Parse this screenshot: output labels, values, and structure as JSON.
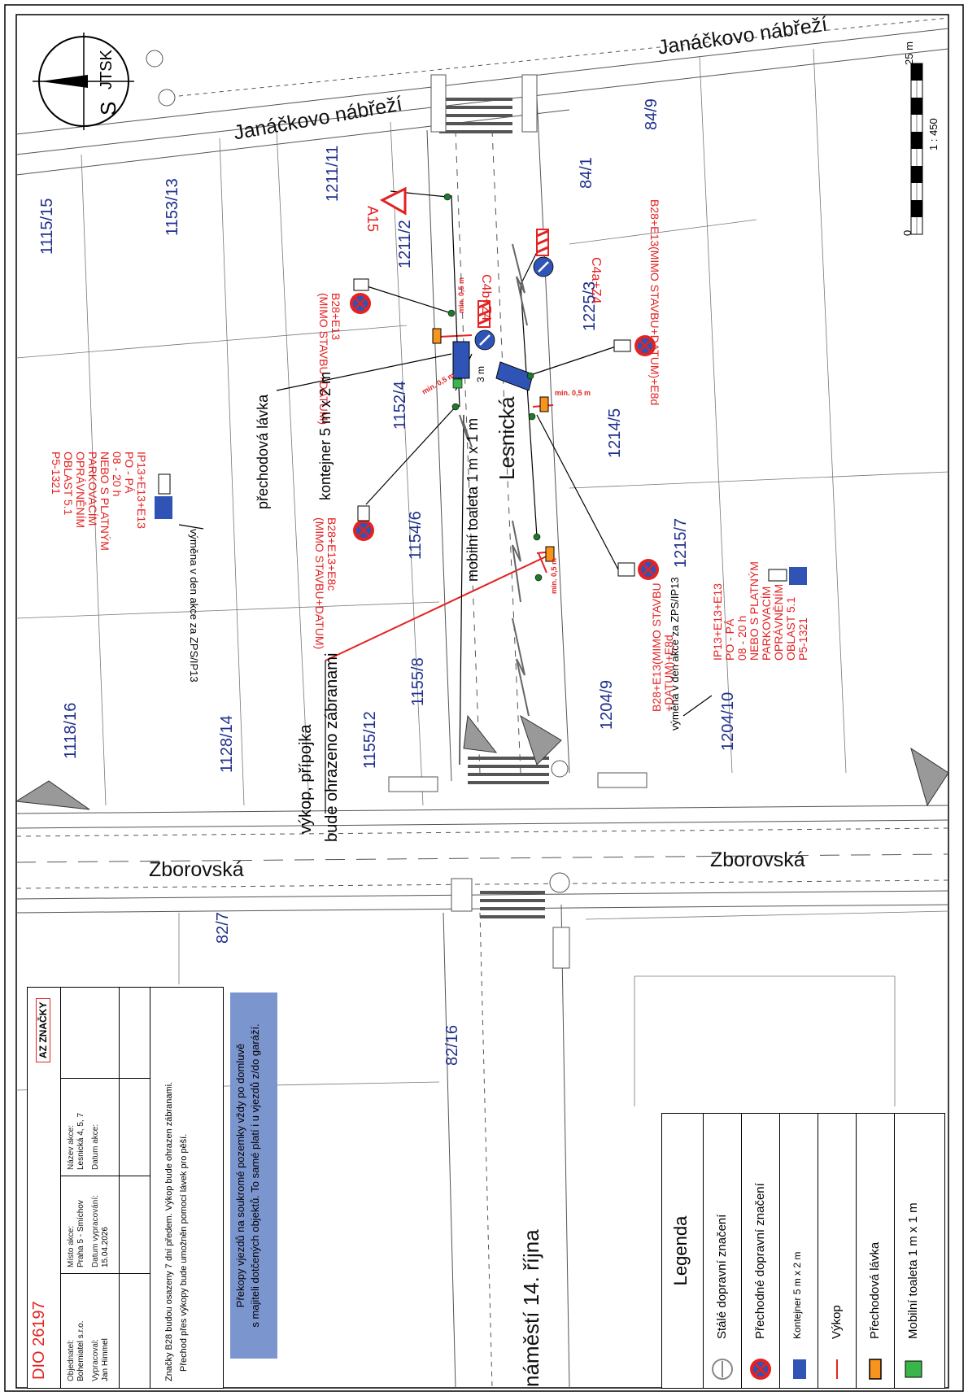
{
  "plan": {
    "dio_title": "DIO 26197",
    "compass_letter": "S",
    "compass_system": "JTSK",
    "scale_top": "25 m",
    "scale_bottom": "0",
    "scale_ratio": "1 : 450"
  },
  "streets": {
    "janackovo_1": "Janáčkovo nábřeží",
    "janackovo_2": "Janáčkovo nábřeží",
    "lesnicka": "Lesnická",
    "zborovska_1": "Zborovská",
    "zborovska_2": "Zborovská",
    "namesti": "náměstí 14. října"
  },
  "parcels": [
    "1115/15",
    "1153/13",
    "1211/11",
    "1211/2",
    "84/9",
    "84/1",
    "1225/3",
    "1152/4",
    "1214/5",
    "1154/6",
    "1215/7",
    "1155/8",
    "1204/9",
    "1118/16",
    "1128/14",
    "1155/12",
    "1204/10",
    "82/7",
    "82/16"
  ],
  "labels": {
    "a15": "A15",
    "c4b_z4": "C4b+Z4",
    "c4a_z4": "C4a+Z4",
    "b28_e13_top": "B28+E13(MIMO STAVBU+DATUM)+E8d",
    "b28_e13_mid": "B28+E13\n(MIMO STAVBU+DATUM)",
    "b28_e13_e8c": "B28+E13+E8c\n(MIMO STAVBU+DATUM)",
    "b28_e13_bottom": "B28+E13(MIMO STAVBU\n+DATUM)+E8d",
    "ip13_left": "IP13+E13+E13\nPO - PÁ\n08 - 20 h\nNEBO S PLATNÝM\nPARKOVACÍM\nOPRÁVNĚNÍM\nOBLAST 5.1\nP5-1321",
    "ip13_right": "IP13+E13+E13\nPO - PÁ\n08 - 20 h\nNEBO S PLATNÝM\nPARKOVACÍM\nOPRÁVNĚNÍM\nOBLAST 5.1\nP5-1321",
    "vymena_left": "výměna v den akce za ZPS/IP13",
    "vymena_right": "výměna v den akce za ZPS/IP13",
    "prechodova_lavka": "přechodová lávka",
    "kontejner": "kontejner 5 m x 2 m",
    "mobilni_toaleta": "mobilní toaleta 1 m x 1 m",
    "vykop_1": "výkop, přípojka",
    "vykop_2": "bude ohrazeno zábranami",
    "min1": "min. 0,5 m",
    "min2": "min. 0,5 m",
    "min3": "min. 0,5 m",
    "min4": "min. 0,5 m",
    "three_m": "3 m"
  },
  "titleblock": {
    "objednatel_h": "Objednatel:",
    "objednatel": "Bohemiatel s.r.o.",
    "misto_h": "Místo akce:",
    "misto": "Praha 5 - Smíchov",
    "nazev_h": "Název akce:",
    "nazev": "Lesnická 4, 5, 7",
    "vypracoval_h": "Vypracoval:",
    "vypracoval": "Jan Himmel",
    "datum_vyp_h": "Datum vypracování:",
    "datum_vyp": "15.04.2026",
    "datum_akce_h": "Datum akce:",
    "logo": "AZ ZNAČKY",
    "note1": "Značky B28 budou osazeny 7 dní předem. Výkop bude ohrazen zábranami.",
    "note2": "Přechod přes výkopy bude umožněn pomocí lávek pro pěší.",
    "blue1": "Překopy vjezdů na soukromé pozemky vždy po domluvě",
    "blue2": "s majiteli dotčených objektů. To samé platí i u vjezdů z/do garáží."
  },
  "legend": {
    "title": "Legenda",
    "items": [
      "Stálé dopravní značení",
      "Přechodné dopravní značení",
      "Kontejner 5 m x 2 m",
      "Výkop",
      "Přechodová lávka",
      "Mobilní toaleta 1 m x 1 m"
    ]
  },
  "colors": {
    "red": "#e42222",
    "blue_container": "#2f54b6",
    "orange_bridge": "#f7941d",
    "green_toilet": "#39b54a",
    "note_box": "#7b95cf",
    "parcel_text": "#1f2f8c"
  }
}
